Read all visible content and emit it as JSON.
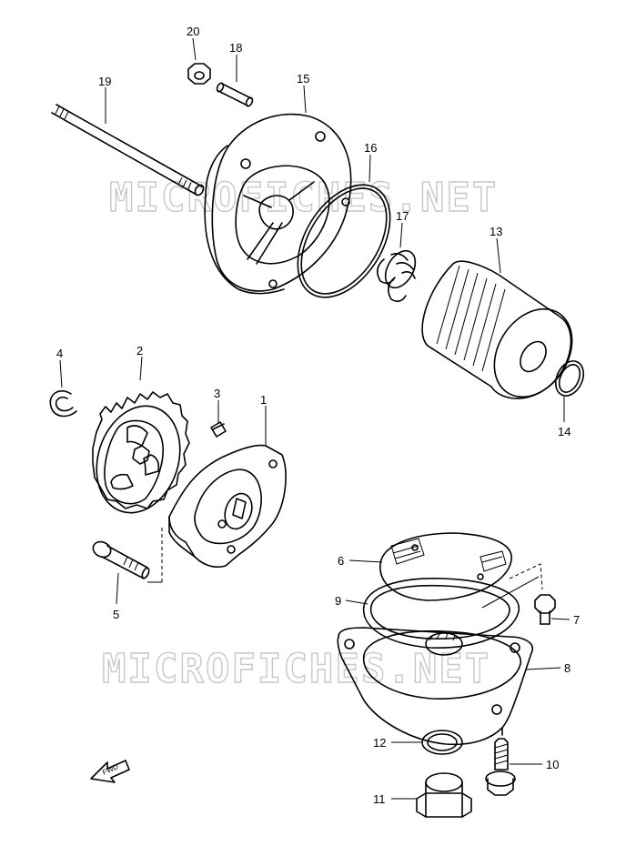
{
  "watermark": "MICROFICHES.NET",
  "arrow_label": "FWD",
  "callouts": [
    {
      "id": "p1",
      "num": "1"
    },
    {
      "id": "p2",
      "num": "2"
    },
    {
      "id": "p3",
      "num": "3"
    },
    {
      "id": "p4",
      "num": "4"
    },
    {
      "id": "p5",
      "num": "5"
    },
    {
      "id": "p6",
      "num": "6"
    },
    {
      "id": "p7",
      "num": "7"
    },
    {
      "id": "p8",
      "num": "8"
    },
    {
      "id": "p9",
      "num": "9"
    },
    {
      "id": "p10",
      "num": "10"
    },
    {
      "id": "p11",
      "num": "11"
    },
    {
      "id": "p12",
      "num": "12"
    },
    {
      "id": "p13",
      "num": "13"
    },
    {
      "id": "p14",
      "num": "14"
    },
    {
      "id": "p15",
      "num": "15"
    },
    {
      "id": "p16",
      "num": "16"
    },
    {
      "id": "p17",
      "num": "17"
    },
    {
      "id": "p18",
      "num": "18"
    },
    {
      "id": "p19",
      "num": "19"
    },
    {
      "id": "p20",
      "num": "20"
    }
  ]
}
